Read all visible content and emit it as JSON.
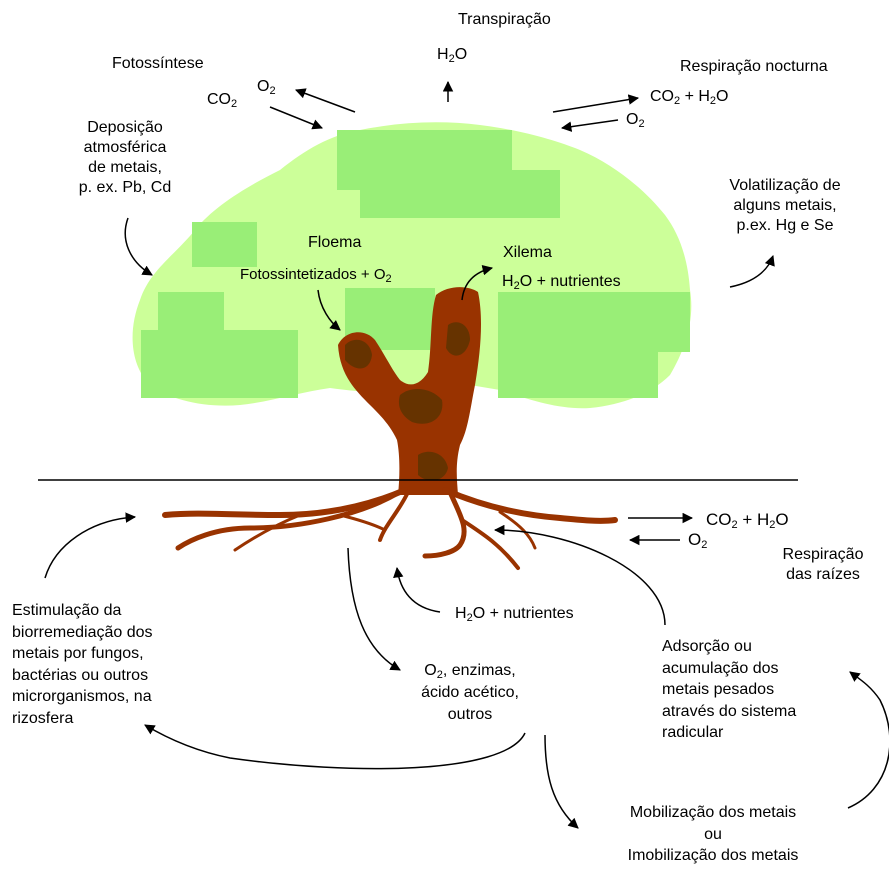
{
  "labels": {
    "transpiracao": "Transpiração",
    "h2o_top": [
      "H",
      "2",
      "O"
    ],
    "fotossintese": "Fotossíntese",
    "o2_left": [
      "O",
      "2"
    ],
    "co2_left": [
      "CO",
      "2"
    ],
    "resp_nocturna": "Respiração nocturna",
    "co2_h2o_right": [
      "CO",
      "2",
      " + H",
      "2",
      "O"
    ],
    "o2_right": [
      "O",
      "2"
    ],
    "deposicao": [
      "Deposição",
      "atmosférica",
      "de metais,",
      "p. ex. Pb, Cd"
    ],
    "volatilizacao": [
      "Volatilização de",
      "alguns metais,",
      "p.ex. Hg e Se"
    ],
    "floema": "Floema",
    "fotossintetizados": [
      "Fotossintetizados + O",
      "2"
    ],
    "xilema": "Xilema",
    "h2o_nutrientes_xilema": [
      "H",
      "2",
      "O + nutrientes"
    ],
    "roots_co2_h2o": [
      "CO",
      "2",
      " + H",
      "2",
      "O"
    ],
    "roots_o2": [
      "O",
      "2"
    ],
    "resp_raizes": [
      "Respiração",
      "das raízes"
    ],
    "estimulacao": [
      "Estimulação da",
      "biorremediação dos",
      "metais por fungos,",
      "bactérias ou outros",
      "microrganismos, na",
      "rizosfera"
    ],
    "h2o_nutrientes_bottom": [
      "H",
      "2",
      "O + nutrientes"
    ],
    "exsudados": [
      "O",
      "2",
      ", enzimas,",
      "ácido acético,",
      "outros"
    ],
    "adsorcao": [
      "Adsorção ou",
      "acumulação dos",
      "metais pesados",
      "através do sistema",
      "radicular"
    ],
    "mobilizacao": [
      "Mobilização dos metais",
      "ou",
      "Imobilização dos metais"
    ]
  },
  "colors": {
    "canopy_light": "#ccff99",
    "canopy_patch": "#99ee77",
    "trunk": "#993300",
    "trunk_dark": "#663300",
    "ground_line": "#000000"
  }
}
